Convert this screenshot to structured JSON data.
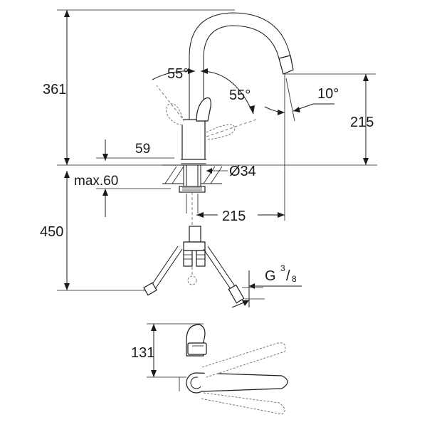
{
  "diagram": {
    "dimensions": {
      "total_height": "361",
      "below_counter": "450",
      "spout_height": "215",
      "spout_reach": "215",
      "lever_height": "59",
      "counter_thickness": "max.60",
      "hole_diameter": "Ø34",
      "lever_angle_left": "55°",
      "lever_angle_right": "55°",
      "spout_tilt": "10°",
      "connection_thread": "G",
      "connection_fraction_num": "3",
      "connection_fraction_den": "8",
      "top_view_height": "131"
    }
  }
}
